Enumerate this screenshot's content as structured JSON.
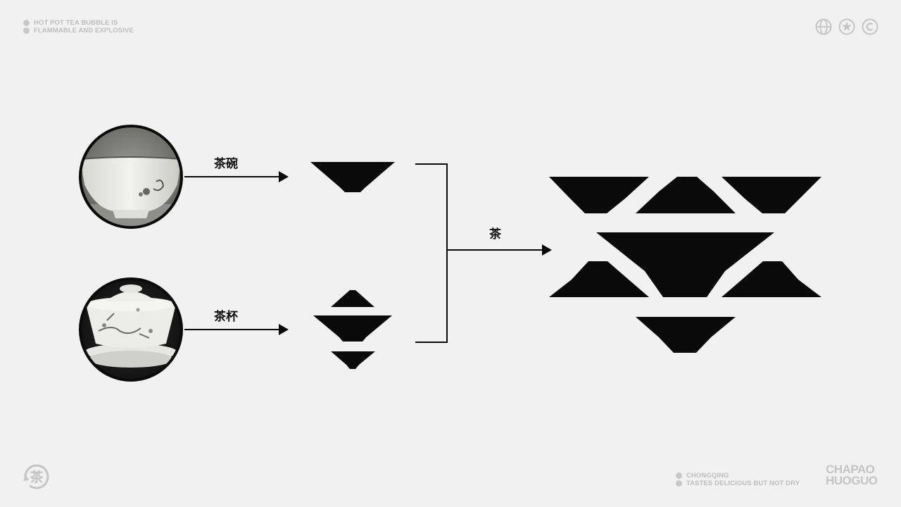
{
  "header": {
    "tagline_line1": "HOT POT TEA BUBBLE IS",
    "tagline_line2": "FLAMMABLE AND EXPLOSIVE",
    "icons": [
      "globe-icon",
      "star-badge-icon",
      "copyright-icon"
    ]
  },
  "diagram": {
    "top_label": "茶碗",
    "bottom_label": "茶杯",
    "merge_label": "茶",
    "top_photo": "white porcelain tea bowl",
    "bottom_photo": "porcelain lidded tea cup with plum blossom painting"
  },
  "footer": {
    "logo_glyph": "茶",
    "tagline_line1": "CHONGQING",
    "tagline_line2": "TASTES DELICIOUS BUT NOT DRY",
    "brand_line1": "CHAPAO",
    "brand_line2": "HUOGUO"
  },
  "colors": {
    "background": "#f1f1f1",
    "ink": "#0a0a0a",
    "muted": "#c4c4c4"
  }
}
